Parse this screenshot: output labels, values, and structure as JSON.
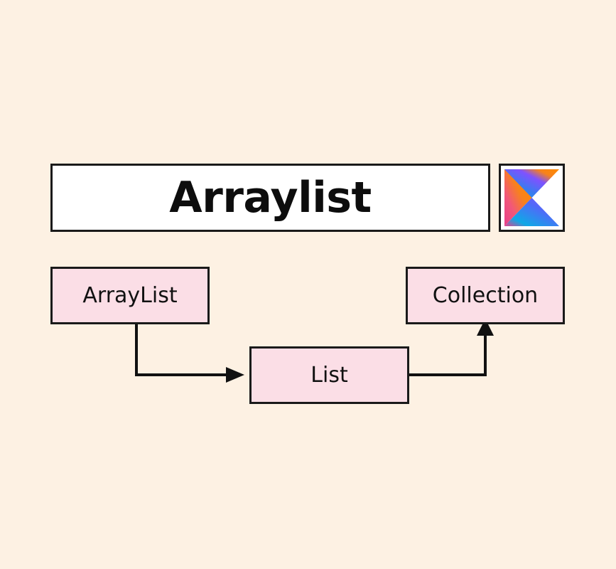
{
  "background_color": "#FDF1E3",
  "header": {
    "title": "Arraylist",
    "box_fill": "#FFFFFF",
    "border_color": "#1A1A1A"
  },
  "logo": {
    "name": "kotlin-logo",
    "tile_fill": "#FFFFFF",
    "colors": {
      "cyan": "#0FA9E6",
      "blue": "#2F7DF6",
      "purple": "#7F52FF",
      "magenta": "#E8408A",
      "orange": "#F7821B",
      "orange_light": "#FF8A00"
    }
  },
  "diagram": {
    "type": "class-hierarchy",
    "node_fill": "#FBDEE6",
    "node_border": "#1A1A1A",
    "nodes": [
      {
        "id": "arraylist",
        "label": "ArrayList"
      },
      {
        "id": "collection",
        "label": "Collection"
      },
      {
        "id": "list",
        "label": "List"
      }
    ],
    "edges": [
      {
        "from": "arraylist",
        "to": "list",
        "style": "elbow",
        "arrow": "to"
      },
      {
        "from": "list",
        "to": "collection",
        "style": "elbow",
        "arrow": "to"
      }
    ]
  }
}
